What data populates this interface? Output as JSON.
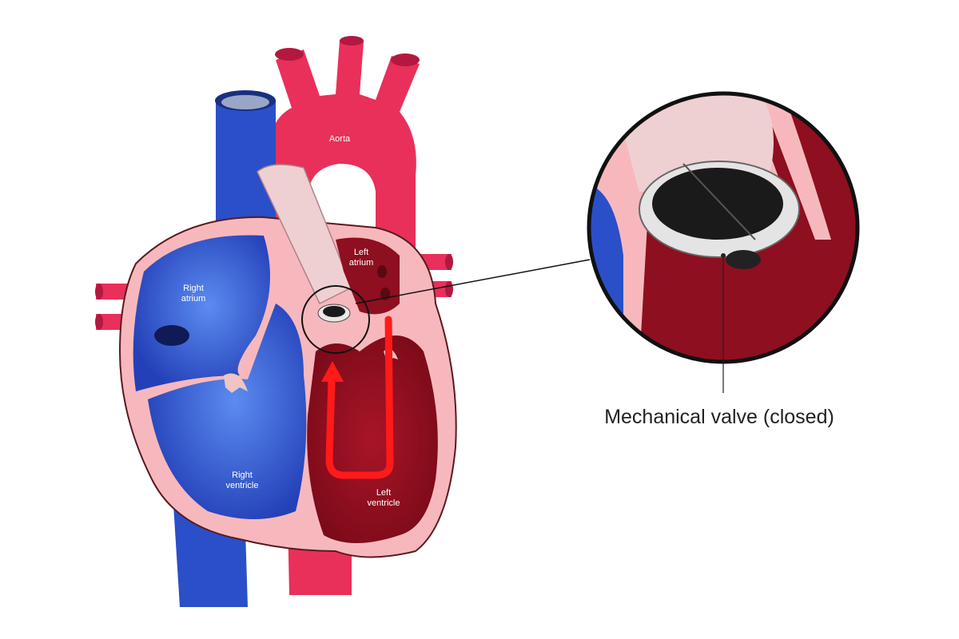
{
  "labels": {
    "aorta": "Aorta",
    "left_atrium": [
      "Left",
      "atrium"
    ],
    "right_atrium": [
      "Right",
      "atrium"
    ],
    "right_ventricle": [
      "Right",
      "ventricle"
    ],
    "left_ventricle": [
      "Left",
      "ventricle"
    ],
    "callout": "Mechanical valve (closed)"
  },
  "colors": {
    "deoxygenated_blue": "#2a4fc8",
    "oxygenated_red": "#e8305a",
    "myocardium_pink": "#f7b8bd",
    "left_chamber_dark_red": "#8e0f1f",
    "flow_arrow": "#ff1a1a",
    "valve_disc": "#1a1a1a"
  }
}
